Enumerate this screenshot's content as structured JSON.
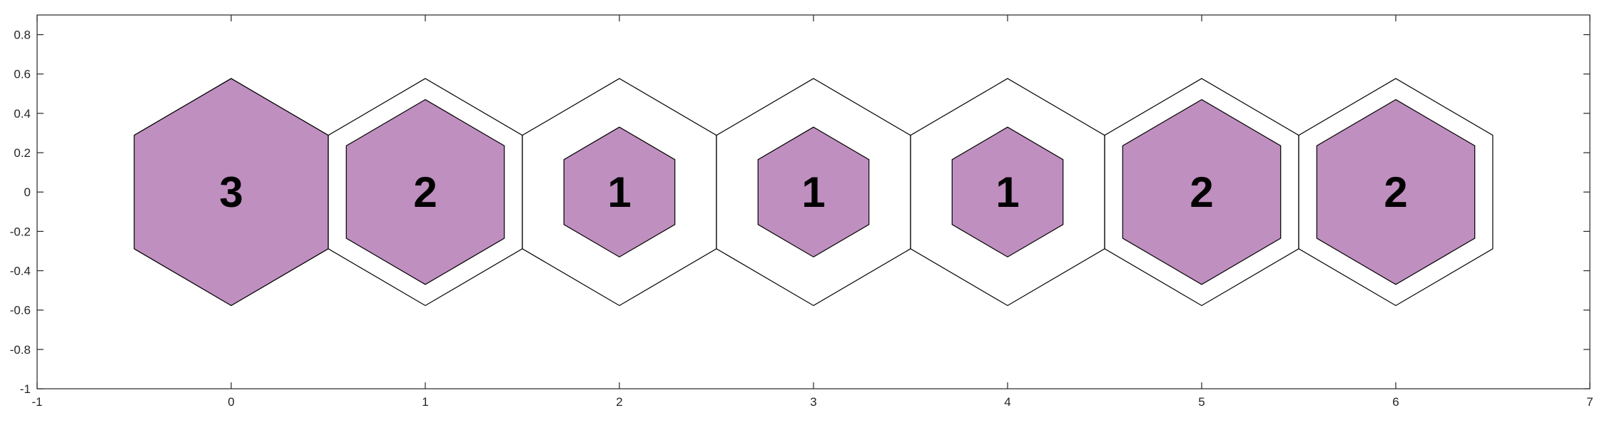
{
  "chart_data": {
    "type": "hexagon-plot",
    "title": "",
    "xlabel": "",
    "ylabel": "",
    "xlim": [
      -1,
      7
    ],
    "ylim": [
      -1,
      0.9
    ],
    "x_ticks": [
      "-1",
      "0",
      "1",
      "2",
      "3",
      "4",
      "5",
      "6",
      "7"
    ],
    "y_ticks": [
      "-1",
      "-0.8",
      "-0.6",
      "-0.4",
      "-0.2",
      "0",
      "0.2",
      "0.4",
      "0.6",
      "0.8"
    ],
    "grid": false,
    "outer_hex_circumradius": 0.577,
    "hexagons": [
      {
        "x": 0,
        "y": 0,
        "value": 3,
        "label": "3",
        "inner_circumradius": 0.577
      },
      {
        "x": 1,
        "y": 0,
        "value": 2,
        "label": "2",
        "inner_circumradius": 0.47
      },
      {
        "x": 2,
        "y": 0,
        "value": 1,
        "label": "1",
        "inner_circumradius": 0.33
      },
      {
        "x": 3,
        "y": 0,
        "value": 1,
        "label": "1",
        "inner_circumradius": 0.33
      },
      {
        "x": 4,
        "y": 0,
        "value": 1,
        "label": "1",
        "inner_circumradius": 0.33
      },
      {
        "x": 5,
        "y": 0,
        "value": 2,
        "label": "2",
        "inner_circumradius": 0.47
      },
      {
        "x": 6,
        "y": 0,
        "value": 2,
        "label": "2",
        "inner_circumradius": 0.47
      }
    ],
    "colors": {
      "fill": "#bf8fbf",
      "edge": "#000000",
      "outline": "#000000"
    }
  }
}
